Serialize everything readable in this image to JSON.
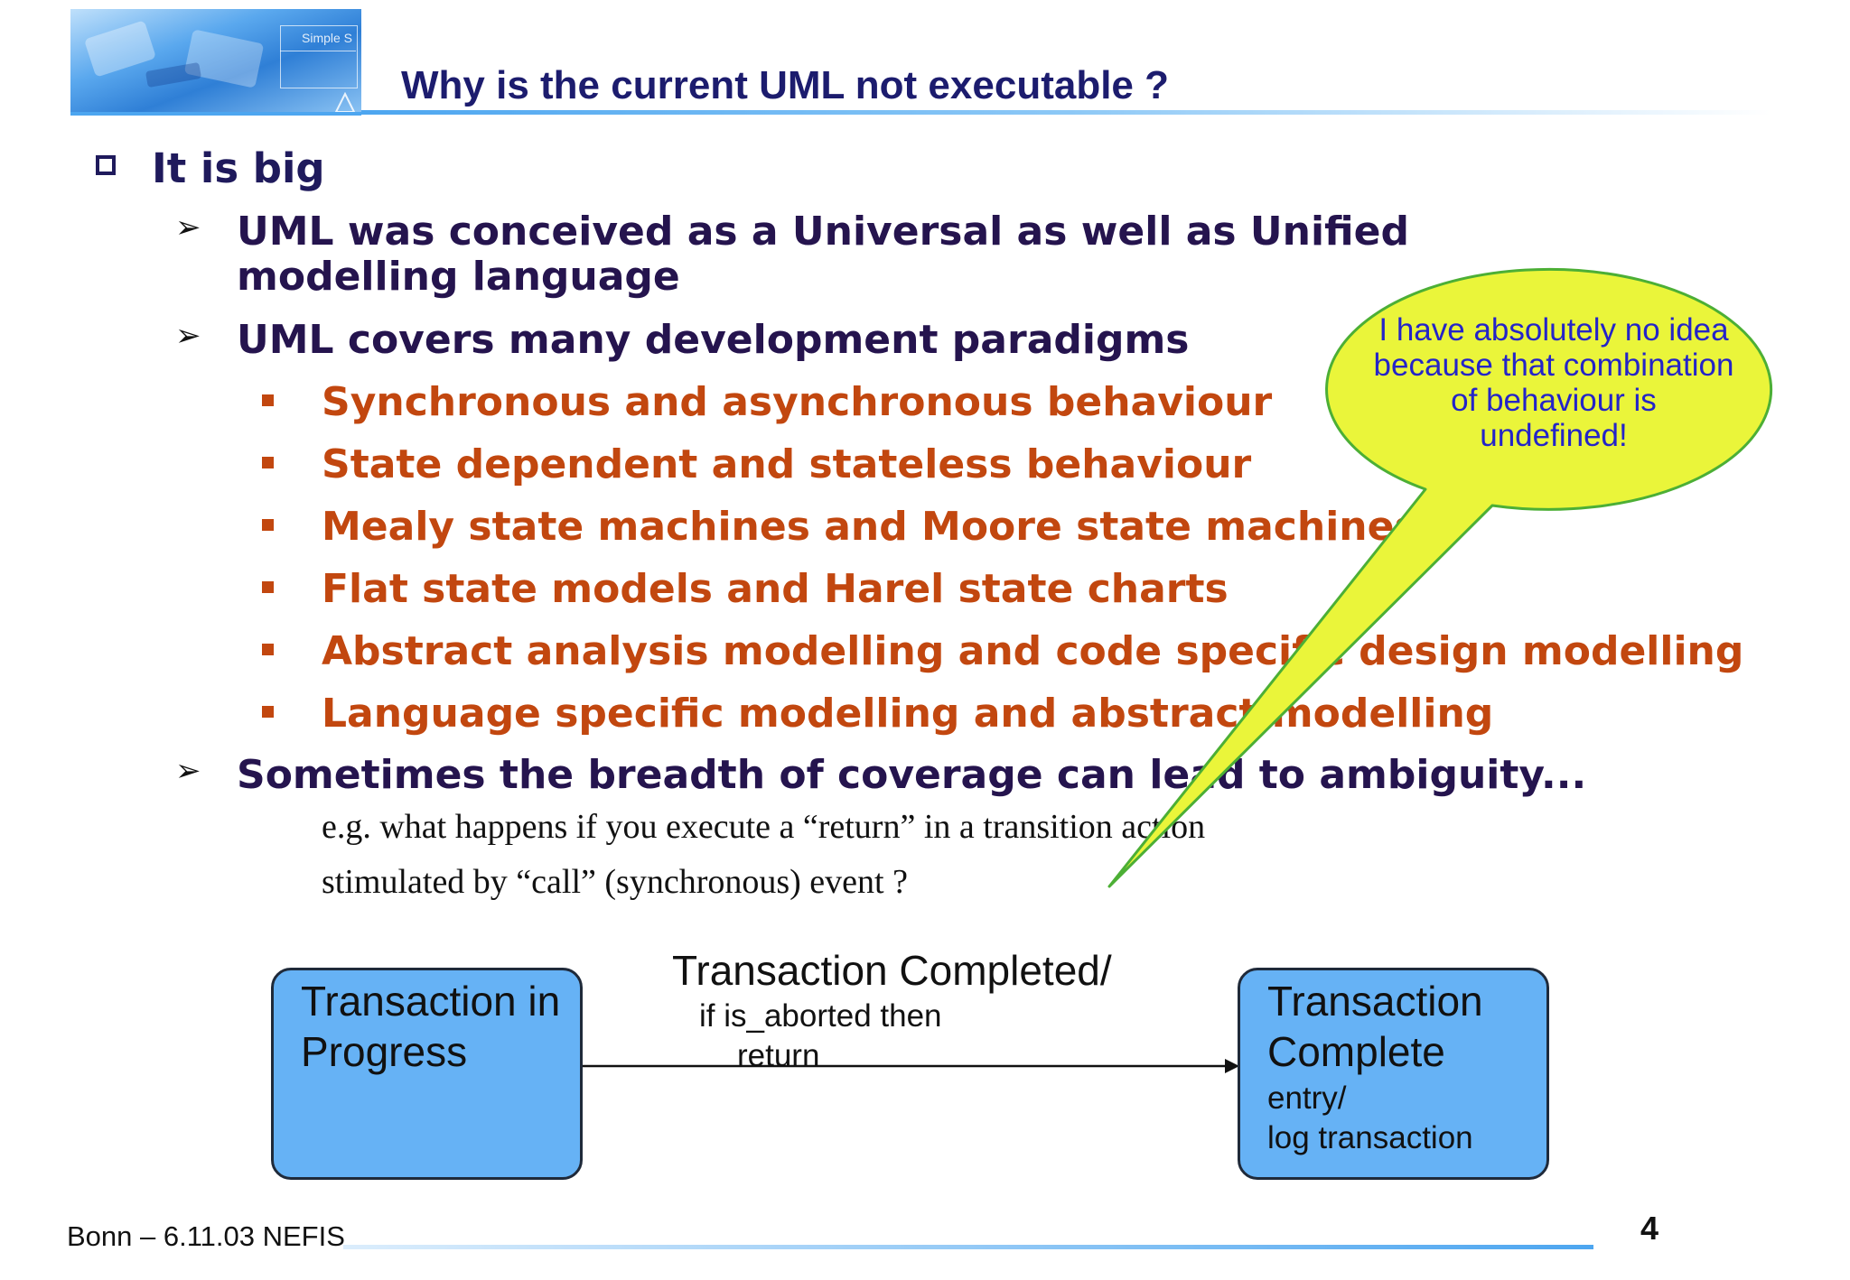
{
  "header": {
    "title": "Why is the current UML not executable ?",
    "image_text": "Simple S"
  },
  "bullets": {
    "level1": "It is big",
    "point1": "UML was conceived as a Universal as well as Unified modelling language",
    "point2": "UML covers many development paradigms",
    "sub_items": [
      "Synchronous and asynchronous behaviour",
      "State dependent and stateless behaviour",
      "Mealy state machines and Moore state machines",
      "Flat state models and Harel state charts",
      "Abstract analysis modelling and code specific design modelling",
      "Language specific modelling and abstract modelling"
    ],
    "point3": "Sometimes the breadth of coverage can lead to ambiguity...",
    "example_line1": "e.g. what happens if you execute a “return” in a transition action",
    "example_line2": "stimulated by “call” (synchronous) event ?"
  },
  "callout": {
    "text": "I have absolutely no idea because that combination of behaviour is undefined!",
    "fill_color": "#eaf53a",
    "border_color": "#4caf35",
    "text_color": "#2424c8"
  },
  "diagram": {
    "state_left": {
      "name_line1": "Transaction in",
      "name_line2": "Progress"
    },
    "state_right": {
      "name_line1": "Transaction",
      "name_line2": "Complete",
      "detail_line1": "entry/",
      "detail_line2": "log transaction"
    },
    "transition": {
      "event": "Transaction Completed/",
      "action_line1": "if is_aborted then",
      "action_line2": "return"
    },
    "state_color": "#66b2f5"
  },
  "footer": {
    "left_text": "Bonn – 6.11.03 NEFIS",
    "page_number": "4"
  }
}
